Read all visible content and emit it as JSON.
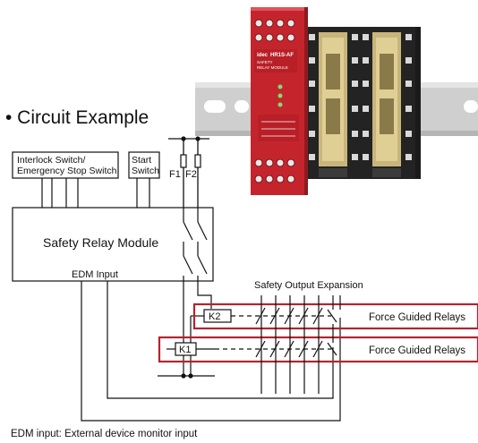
{
  "heading": "• Circuit Example",
  "boxes": {
    "interlock_line1": "Interlock Switch/",
    "interlock_line2": "Emergency Stop Switch",
    "start_line1": "Start",
    "start_line2": "Switch",
    "module": "Safety Relay Module",
    "edm": "EDM Input"
  },
  "fuses": [
    "F1",
    "F2"
  ],
  "relays": [
    "K2",
    "K1"
  ],
  "expansion_label": "Safety Output Expansion",
  "relay_group_label": "Force Guided Relays",
  "footnote": "EDM input: External device monitor input",
  "product": {
    "model": "HR1S-AF",
    "line1": "SAFETY",
    "line2": "RELAY MODULE",
    "brand": "idec"
  },
  "colors": {
    "highlight": "#b3242e",
    "module_body": "#c4252d",
    "relay_body": "#232323",
    "rail": "#cfcfcf",
    "line": "#111111"
  }
}
